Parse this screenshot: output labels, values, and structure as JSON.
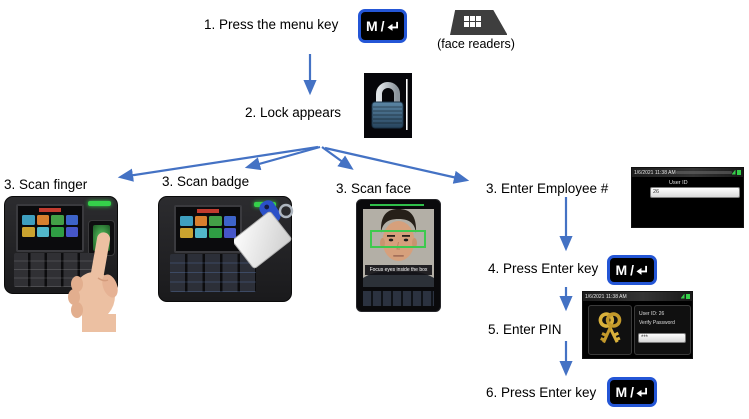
{
  "labels": {
    "step1": "1. Press the menu key",
    "face_readers_caption": "(face readers)",
    "step2": "2. Lock appears",
    "scan_finger": "3. Scan finger",
    "scan_badge": "3. Scan badge",
    "scan_face": "3. Scan face",
    "enter_employee": "3. Enter Employee #",
    "step4": "4. Press Enter key",
    "step5": "5. Enter PIN",
    "step6": "6. Press Enter key"
  },
  "menu_key": {
    "text": "M /"
  },
  "screens": {
    "employee": {
      "status_time": "1/6/2021 11:38 AM",
      "field_label": "User ID",
      "field_value": "26"
    },
    "pin": {
      "status_time": "1/6/2021 11:38 AM",
      "user_id_line": "User ID: 26",
      "prompt": "Verify Password",
      "password_value": "***"
    },
    "face": {
      "caption": "Focus eyes inside the box"
    }
  },
  "icons": {
    "menu_key": "menu-enter-key",
    "face_reader_key": "keypad-grid-key",
    "lock": "padlock",
    "pin": "gold-keys",
    "enter": "return-arrow"
  },
  "colors": {
    "arrow_blue": "#4472c4",
    "menu_key_border": "#2456d6",
    "led_green": "#35d04a",
    "lock_body_blue": "#3f6483",
    "key_gold": "#d9b13b",
    "focus_box_green": "#3dc94e"
  }
}
